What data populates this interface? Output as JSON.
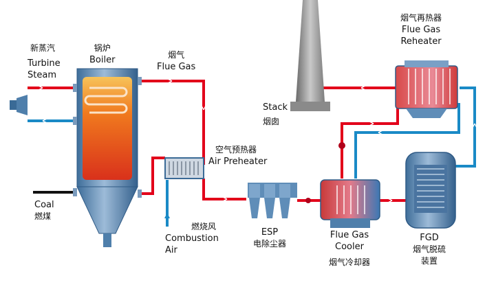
{
  "labels": {
    "turbine_steam": {
      "zh": "新蒸汽",
      "en1": "Turbine",
      "en2": "Steam"
    },
    "boiler": {
      "zh": "锅炉",
      "en": "Boiler"
    },
    "flue_gas": {
      "zh": "烟气",
      "en": "Flue Gas"
    },
    "coal": {
      "en": "Coal",
      "zh": "燃煤"
    },
    "air_preheater": {
      "zh": "空气预热器",
      "en": "Air Preheater"
    },
    "combustion_air": {
      "zh": "燃烧风",
      "en1": "Combustion",
      "en2": "Air"
    },
    "esp": {
      "en": "ESP",
      "zh": "电除尘器"
    },
    "flue_gas_cooler": {
      "en1": "Flue Gas",
      "en2": "Cooler",
      "zh": "烟气冷却器"
    },
    "stack": {
      "en": "Stack",
      "zh": "烟囱"
    },
    "flue_gas_reheater": {
      "zh": "烟气再热器",
      "en1": "Flue Gas",
      "en2": "Reheater"
    },
    "fgd": {
      "en": "FGD",
      "zh1": "烟气脱硫",
      "zh2": "装置"
    }
  },
  "colors": {
    "flue_gas_line": "#e2001a",
    "water_line": "#1a8ac6",
    "coal_line": "#111111",
    "equipment_fill": "#6f97bd",
    "boiler_hot": "#e6501a"
  }
}
